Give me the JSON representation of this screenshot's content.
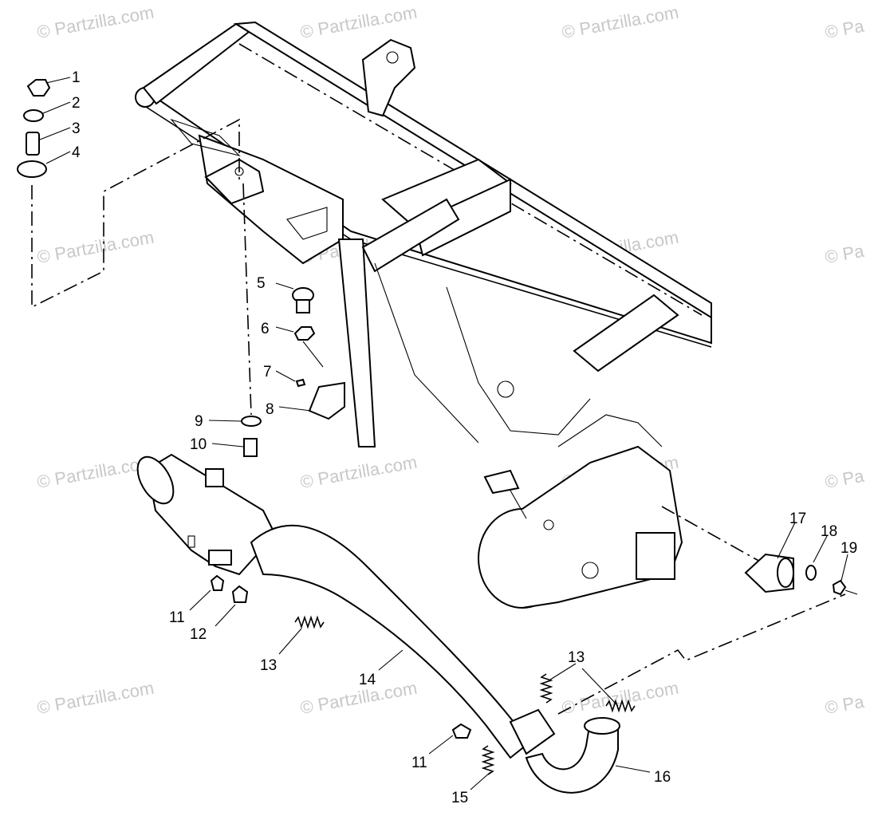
{
  "watermark": "© Partzilla.com",
  "watermark_partial": "© Pa",
  "callouts": {
    "c1": "1",
    "c2": "2",
    "c3": "3",
    "c4": "4",
    "c5": "5",
    "c6": "6",
    "c7": "7",
    "c8": "8",
    "c9": "9",
    "c10": "10",
    "c11a": "11",
    "c11b": "11",
    "c12": "12",
    "c13a": "13",
    "c13b": "13",
    "c14": "14",
    "c15": "15",
    "c16": "16",
    "c17": "17",
    "c18": "18",
    "c19": "19"
  }
}
